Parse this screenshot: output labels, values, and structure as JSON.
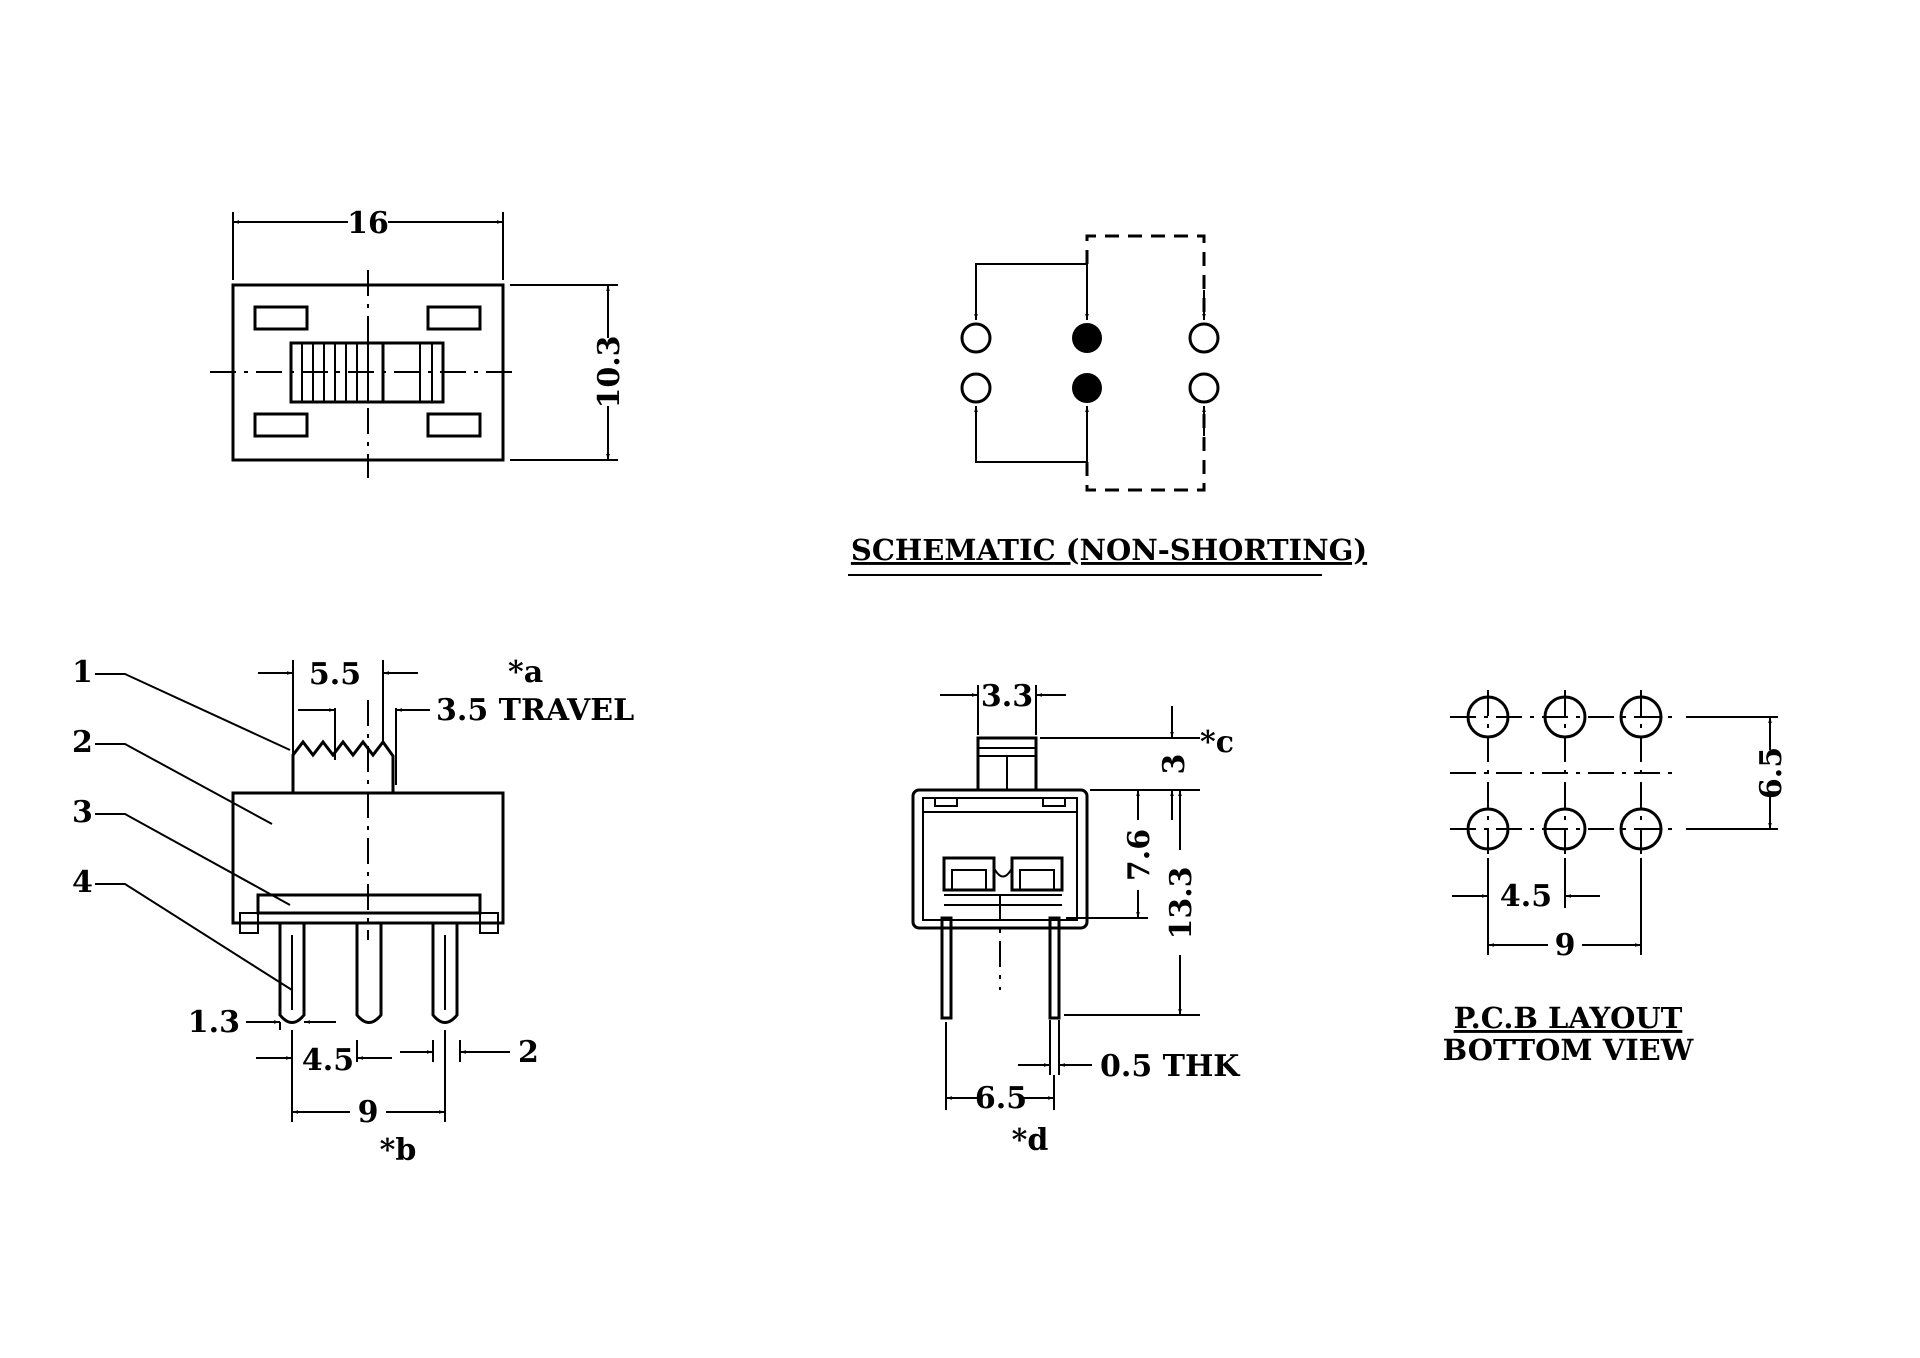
{
  "top_view": {
    "width_dim": "16",
    "height_dim": "10.3"
  },
  "schematic": {
    "title": "SCHEMATIC (NON-SHORTING)"
  },
  "side_view": {
    "callouts": [
      "1",
      "2",
      "3",
      "4"
    ],
    "actuator_width": "5.5",
    "note_a": "*a",
    "travel": "3.5 TRAVEL",
    "pin_width": "1.3",
    "pitch": "4.5",
    "span": "9",
    "pin_length": "2",
    "note_b": "*b"
  },
  "end_view": {
    "actuator_width": "3.3",
    "actuator_height": "3",
    "note_c": "*c",
    "housing_height": "7.6",
    "total_height": "13.3",
    "terminal_thickness": "0.5 THK",
    "terminal_span": "6.5",
    "note_d": "*d"
  },
  "pcb_layout": {
    "row_spacing": "6.5",
    "pitch": "4.5",
    "span": "9",
    "title_line1": "P.C.B LAYOUT",
    "title_line2": "BOTTOM VIEW"
  }
}
